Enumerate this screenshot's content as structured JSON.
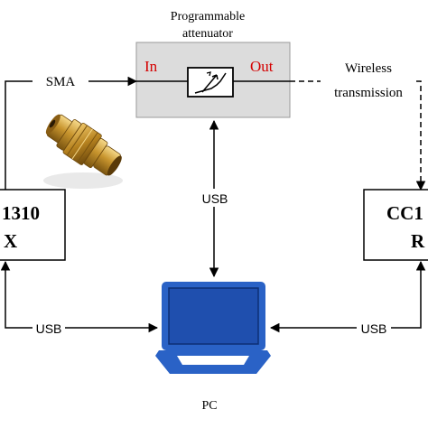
{
  "attenuator": {
    "title_line1": "Programmable",
    "title_line2": "attenuator",
    "in_label": "In",
    "out_label": "Out"
  },
  "links": {
    "sma": "SMA",
    "wireless_line1": "Wireless",
    "wireless_line2": "transmission",
    "usb_attenuator": "USB",
    "usb_left": "USB",
    "usb_right": "USB"
  },
  "left_box": {
    "line1": "1310",
    "line2": "X"
  },
  "right_box": {
    "line1": "CC1",
    "line2": "R"
  },
  "pc": {
    "label": "PC"
  },
  "colors": {
    "attenuator_fill": "#dcdcdc",
    "port_label": "#d40000",
    "laptop_blue": "#2a62c6",
    "laptop_screen": "#1f4fae",
    "line": "#000000"
  }
}
